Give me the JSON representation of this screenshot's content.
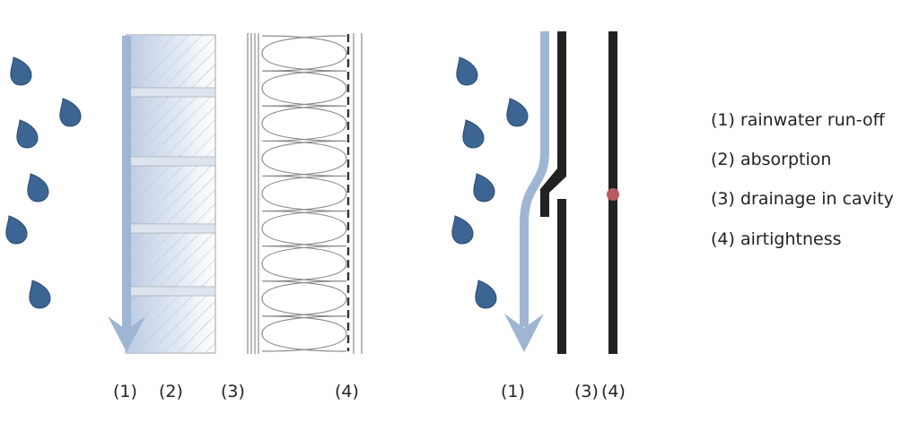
{
  "colors": {
    "drop": "#3d6593",
    "drop_stroke": "#2a4c73",
    "arrow": "#9fb5d4",
    "wall_line": "#8c8c8c",
    "membrane": "#222222",
    "seal": "#b85a60"
  },
  "left_section": {
    "labels": [
      "(1)",
      "(2)",
      "(3)",
      "(4)"
    ]
  },
  "right_section": {
    "labels": [
      "(1)",
      "(3)",
      "(4)"
    ]
  },
  "legend": {
    "items": [
      "(1) rainwater run-off",
      "(2) absorption",
      "(3) drainage in cavity",
      "(4) airtightness"
    ]
  }
}
